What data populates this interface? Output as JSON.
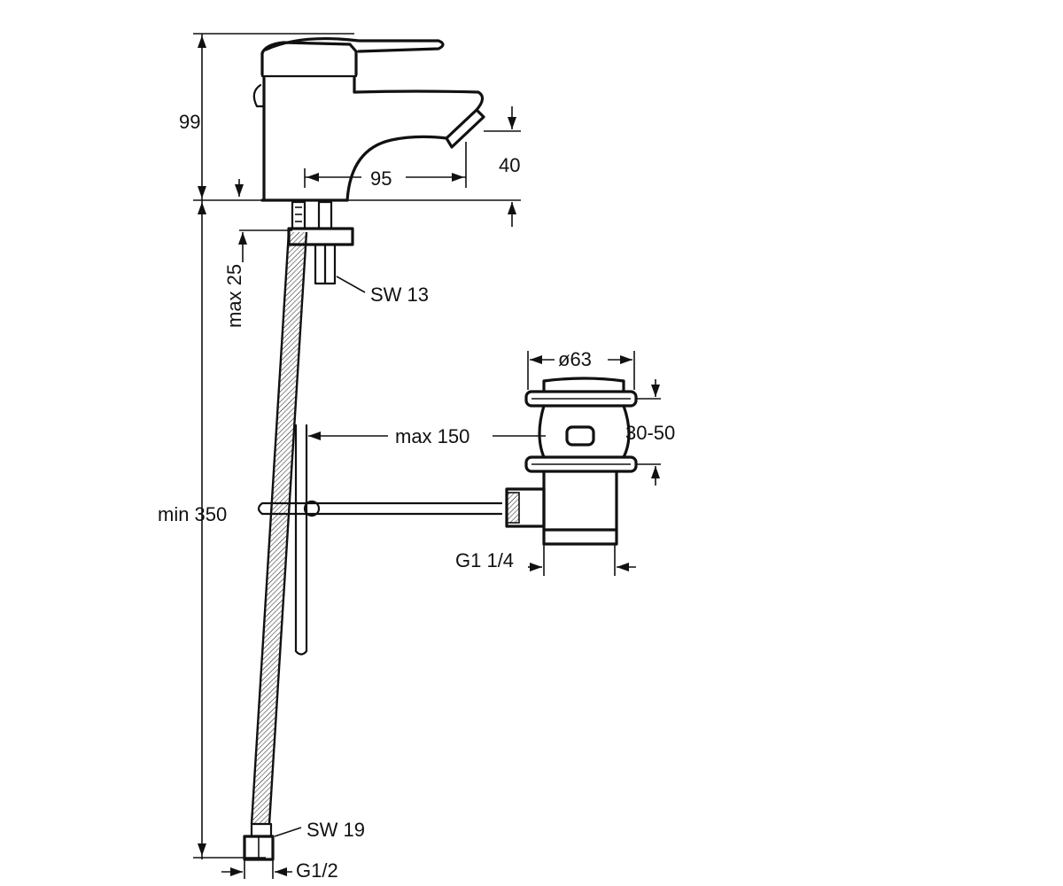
{
  "labels": {
    "height_99": "99",
    "spout_reach_95": "95",
    "spout_height_40": "40",
    "max_25": "max 25",
    "sw_13": "SW 13",
    "min_350": "min 350",
    "sw_19": "SW 19",
    "g_1_2": "G1/2",
    "diameter_63": "ø63",
    "height_30_50": "30-50",
    "max_150": "max 150",
    "g_1_1_4": "G1 1/4"
  }
}
